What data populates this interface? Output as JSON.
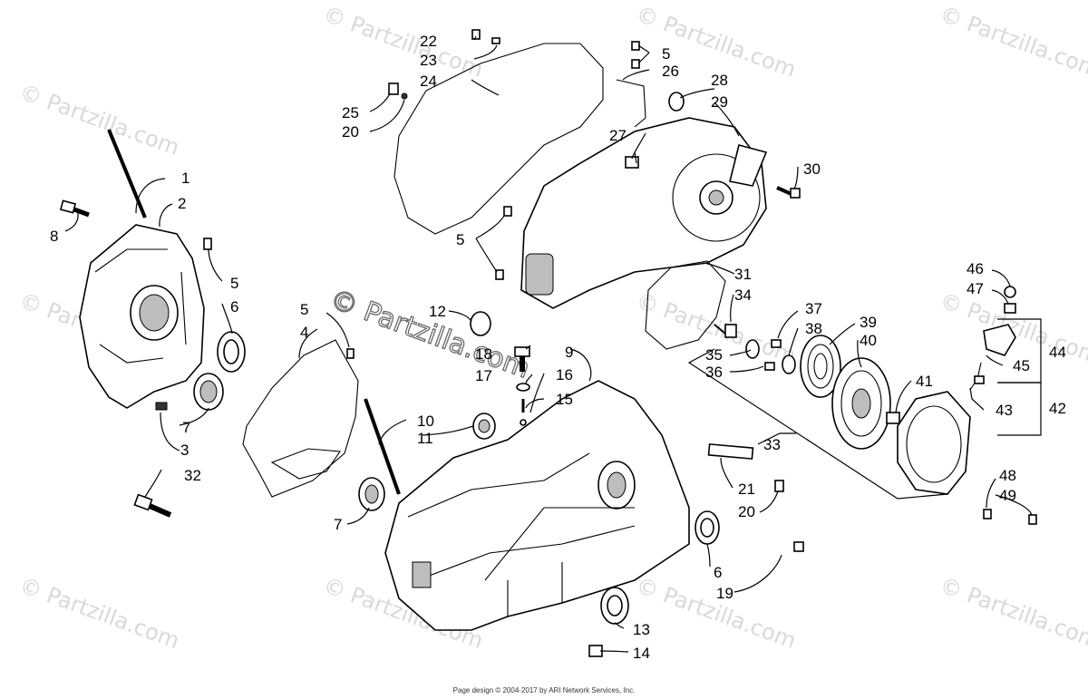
{
  "watermark": {
    "text": "© Partzilla.com",
    "center_text": "© Partzilla.com"
  },
  "footer": "Page design © 2004-2017 by ARI Network Services, Inc.",
  "callouts": [
    "1",
    "2",
    "3",
    "4",
    "5",
    "5",
    "5",
    "5",
    "6",
    "6",
    "7",
    "7",
    "8",
    "9",
    "10",
    "11",
    "12",
    "13",
    "14",
    "15",
    "16",
    "17",
    "18",
    "19",
    "20",
    "20",
    "21",
    "22",
    "23",
    "24",
    "25",
    "26",
    "27",
    "28",
    "29",
    "30",
    "31",
    "32",
    "33",
    "34",
    "35",
    "36",
    "37",
    "38",
    "39",
    "40",
    "41",
    "42",
    "43",
    "44",
    "45",
    "46",
    "47",
    "48",
    "49"
  ]
}
